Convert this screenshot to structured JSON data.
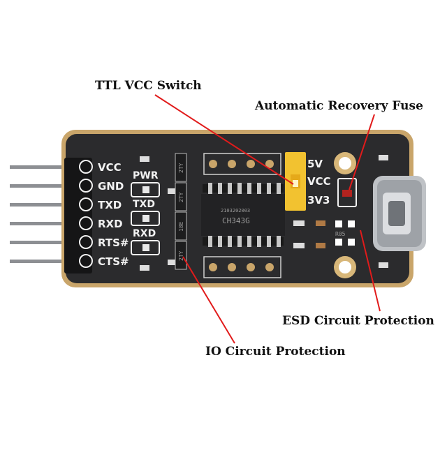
{
  "callouts": {
    "ttl_switch": "TTL VCC Switch",
    "fuse": "Automatic Recovery Fuse",
    "esd": "ESD Circuit Protection",
    "io": "IO Circuit Protection"
  },
  "board": {
    "pin_labels": [
      "VCC",
      "GND",
      "TXD",
      "RXD",
      "RTS#",
      "CTS#"
    ],
    "led_labels": [
      "PWR",
      "TXD",
      "RXD"
    ],
    "switch_labels": [
      "5V",
      "VCC",
      "3V3"
    ],
    "chip_line1": "CH343G",
    "chip_line2": "2103202003",
    "resistor_labels": [
      "2TY",
      "2TY",
      "18E",
      "2TY"
    ],
    "part_label": "R05"
  },
  "colors": {
    "pcb": "#2b2b2d",
    "pcb_edge": "#c9a56a",
    "callout_line": "#e11b1b",
    "switch": "#f2c230"
  }
}
